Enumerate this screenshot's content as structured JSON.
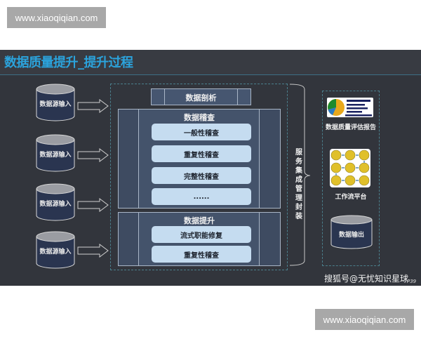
{
  "watermarks": {
    "top": "www.xiaoqiqian.com",
    "bottom": "www.xiaoqiqian.com"
  },
  "slide": {
    "title": "数据质量提升_提升过程",
    "inputs": [
      "数据源输入",
      "数据源输入",
      "数据源输入",
      "数据源输入"
    ],
    "analysis": {
      "label": "数据剖析"
    },
    "audit": {
      "title": "数据稽查",
      "items": [
        "一般性稽查",
        "重复性稽查",
        "完整性稽查",
        "......"
      ]
    },
    "improve": {
      "title": "数据提升",
      "items": [
        "流式职能修复",
        "重复性稽查"
      ]
    },
    "service_label": "服务集成管理封装",
    "outputs": {
      "report": "数据质量评估报告",
      "workflow": "工作流平台",
      "data_output": "数据输出"
    },
    "credit": "搜狐号@无忧知识星球",
    "page_number": "P39"
  },
  "colors": {
    "background": "#32353c",
    "title": "#2ba3dc",
    "panel": "#44536b",
    "pill": "#c5dcf0",
    "dash": "#4b7f8c"
  }
}
